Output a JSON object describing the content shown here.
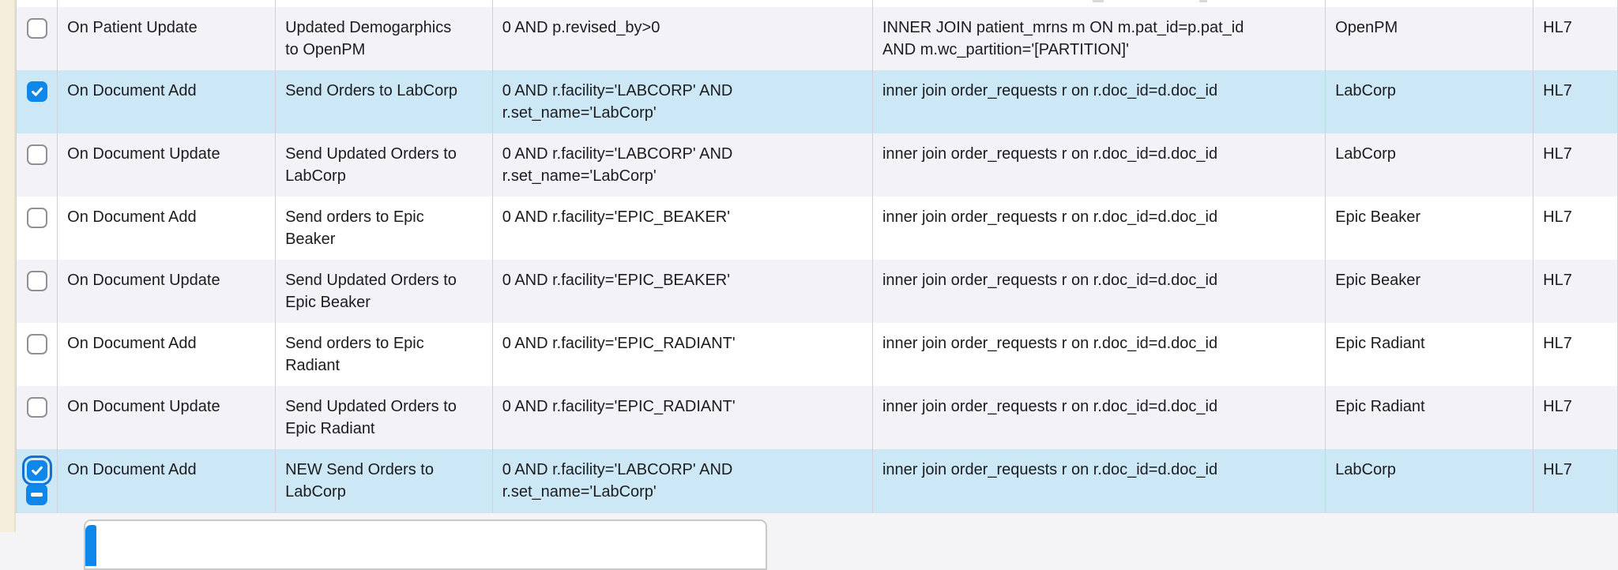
{
  "colors": {
    "accent_blue": "#0e87ea",
    "focus_ring_blue": "#1470cf",
    "selected_row_bg": "#cce7f5",
    "odd_row_bg": "#f2f2f7",
    "even_row_bg": "#ffffff",
    "side_strip_bg": "#f6eedc",
    "column_divider": "#d0d0d4",
    "panel_border": "#c8c8c8"
  },
  "remove_button": {
    "icon": "minus-icon"
  },
  "table": {
    "rows": [
      {
        "checked": false,
        "selected": false,
        "focused": false,
        "event": "On Patient Update",
        "description": "Updated Demogarphics to OpenPM",
        "condition": "0 AND p.revised_by>0",
        "join": "INNER JOIN patient_mrns m ON m.pat_id=p.pat_id AND m.wc_partition='[PARTITION]'",
        "destination": "OpenPM",
        "message_type": "HL7"
      },
      {
        "checked": true,
        "selected": true,
        "focused": false,
        "event": "On Document Add",
        "description": "Send Orders to LabCorp",
        "condition": "0 AND r.facility='LABCORP' AND r.set_name='LabCorp'",
        "join": "inner join order_requests r on r.doc_id=d.doc_id",
        "destination": "LabCorp",
        "message_type": "HL7"
      },
      {
        "checked": false,
        "selected": false,
        "focused": false,
        "event": "On Document Update",
        "description": "Send Updated Orders to LabCorp",
        "condition": "0 AND r.facility='LABCORP' AND r.set_name='LabCorp'",
        "join": "inner join order_requests r on r.doc_id=d.doc_id",
        "destination": "LabCorp",
        "message_type": "HL7"
      },
      {
        "checked": false,
        "selected": false,
        "focused": false,
        "event": "On Document Add",
        "description": "Send orders to Epic Beaker",
        "condition": "0 AND r.facility='EPIC_BEAKER'",
        "join": "inner join order_requests r on r.doc_id=d.doc_id",
        "destination": "Epic Beaker",
        "message_type": "HL7"
      },
      {
        "checked": false,
        "selected": false,
        "focused": false,
        "event": "On Document Update",
        "description": "Send Updated Orders to Epic Beaker",
        "condition": "0 AND r.facility='EPIC_BEAKER'",
        "join": "inner join order_requests r on r.doc_id=d.doc_id",
        "destination": "Epic Beaker",
        "message_type": "HL7"
      },
      {
        "checked": false,
        "selected": false,
        "focused": false,
        "event": "On Document Add",
        "description": "Send orders to Epic Radiant",
        "condition": "0 AND r.facility='EPIC_RADIANT'",
        "join": "inner join order_requests r on r.doc_id=d.doc_id",
        "destination": "Epic Radiant",
        "message_type": "HL7"
      },
      {
        "checked": false,
        "selected": false,
        "focused": false,
        "event": "On Document Update",
        "description": "Send Updated Orders to Epic Radiant",
        "condition": "0 AND r.facility='EPIC_RADIANT'",
        "join": "inner join order_requests r on r.doc_id=d.doc_id",
        "destination": "Epic Radiant",
        "message_type": "HL7"
      },
      {
        "checked": true,
        "selected": true,
        "focused": true,
        "event": "On Document Add",
        "description": "NEW Send Orders to LabCorp",
        "condition": "0 AND r.facility='LABCORP' AND r.set_name='LabCorp'",
        "join": "inner join order_requests r on r.doc_id=d.doc_id",
        "destination": "LabCorp",
        "message_type": "HL7"
      }
    ]
  }
}
